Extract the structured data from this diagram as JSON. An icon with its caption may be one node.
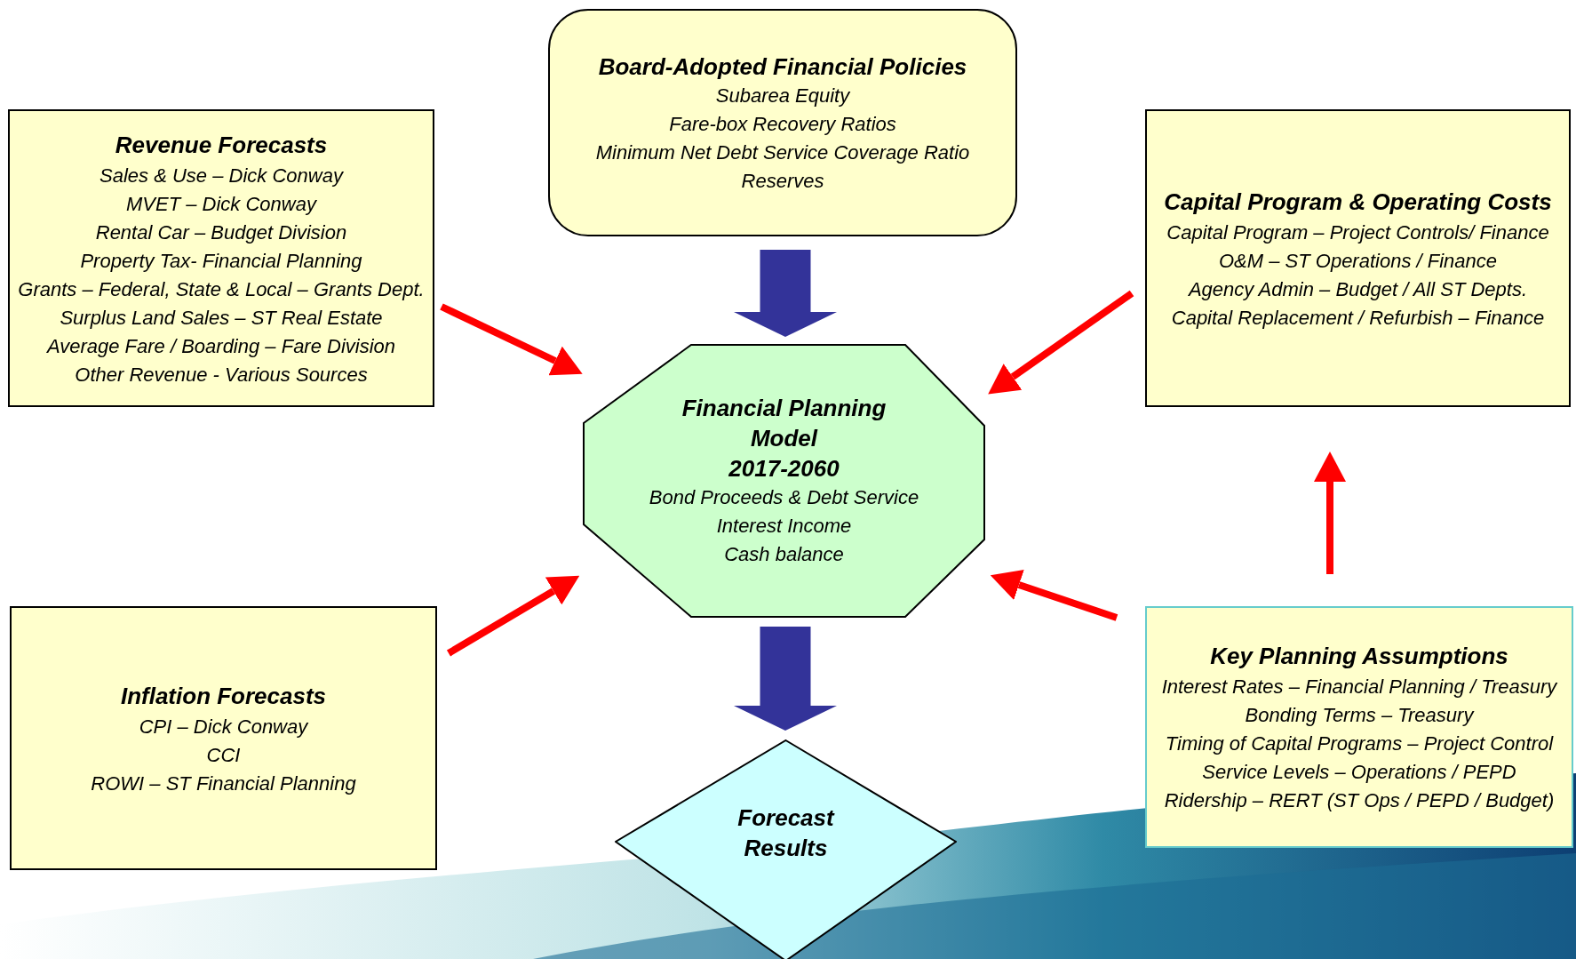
{
  "diagram": {
    "nodes": [
      {
        "text": [
          "Board-Adopted  Financial Policies",
          "Subarea Equity",
          "Fare-box Recovery Ratios",
          "Minimum Net Debt Service Coverage Ratio",
          "Reserves"
        ]
      },
      {
        "text": [
          "Revenue Forecasts",
          "Sales & Use – Dick Conway",
          "MVET – Dick Conway",
          "Rental Car – Budget Division",
          "Property Tax- Financial Planning",
          "Grants – Federal, State & Local – Grants Dept.",
          "Surplus Land Sales – ST Real Estate",
          "Average Fare / Boarding – Fare Division",
          "Other Revenue  - Various Sources"
        ]
      },
      {
        "text": [
          "Capital Program & Operating Costs",
          "Capital Program – Project Controls/ Finance",
          "O&M – ST Operations  / Finance",
          "Agency Admin – Budget / All ST Depts.",
          "Capital Replacement / Refurbish – Finance"
        ]
      },
      {
        "text": [
          "Financial Planning Model",
          "2017-2060",
          "Bond Proceeds & Debt Service",
          "Interest Income",
          "Cash balance"
        ]
      },
      {
        "text": [
          "Inflation Forecasts",
          "CPI – Dick Conway",
          "CCI",
          "ROWI – ST Financial Planning"
        ]
      },
      {
        "text": [
          "Key Planning Assumptions",
          "Interest Rates – Financial Planning / Treasury",
          "Bonding Terms – Treasury",
          "Timing of Capital Programs –  Project Control",
          "Service Levels – Operations / PEPD",
          "Ridership – RERT (ST Ops / PEPD / Budget)"
        ]
      },
      {
        "text": [
          "Forecast Results"
        ]
      }
    ],
    "edges": [
      {
        "from": 0,
        "to": 3,
        "arrow": "to",
        "style": "thick",
        "color": "#333399"
      },
      {
        "from": 1,
        "to": 3,
        "arrow": "to"
      },
      {
        "from": 2,
        "to": 3,
        "arrow": "to"
      },
      {
        "from": 4,
        "to": 3,
        "arrow": "to"
      },
      {
        "from": 5,
        "to": 3,
        "arrow": "to"
      },
      {
        "from": 5,
        "to": 2,
        "arrow": "to"
      },
      {
        "from": 3,
        "to": 6,
        "arrow": "to",
        "style": "thick",
        "color": "#333399"
      }
    ]
  }
}
